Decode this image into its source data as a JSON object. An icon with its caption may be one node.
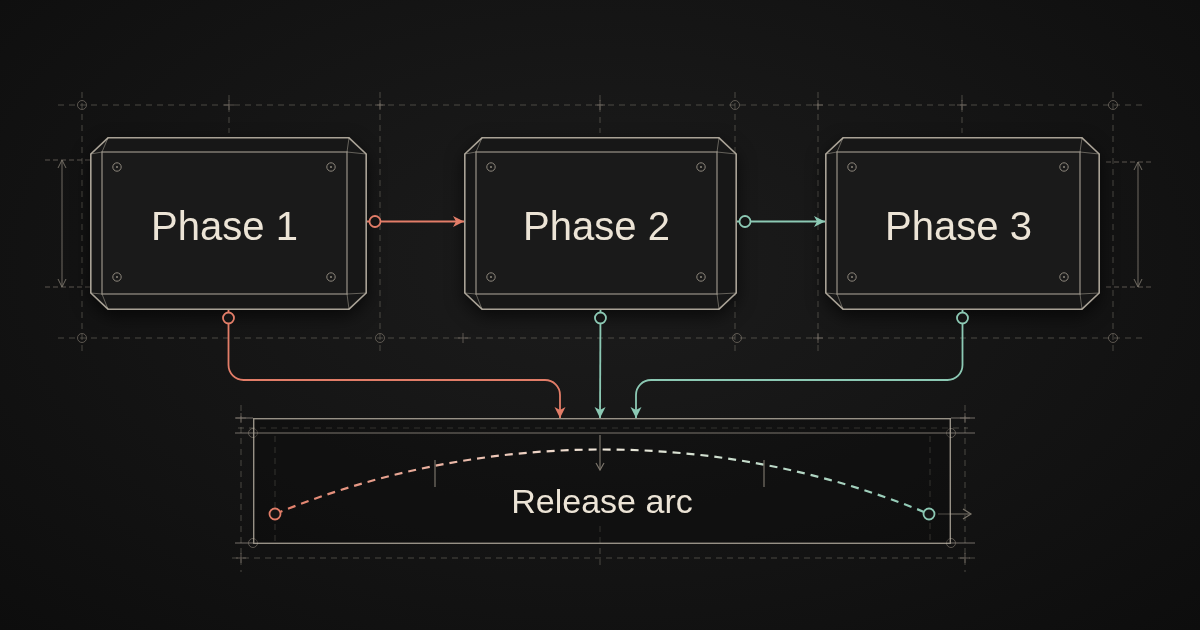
{
  "diagram": {
    "nodes": [
      {
        "text": [
          "Phase 1"
        ]
      },
      {
        "text": [
          "Phase 2"
        ]
      },
      {
        "text": [
          "Phase 3"
        ]
      },
      {
        "text": [
          "Release arc"
        ]
      }
    ],
    "edges": [
      {
        "from": 0,
        "to": 1,
        "arrow": "to",
        "color": "#e27d68"
      },
      {
        "from": 1,
        "to": 2,
        "arrow": "to"
      },
      {
        "from": 0,
        "to": 3,
        "arrow": "to",
        "color": "#e27d68"
      },
      {
        "from": 1,
        "to": 3,
        "arrow": "to"
      },
      {
        "from": 2,
        "to": 3,
        "arrow": "to"
      }
    ]
  }
}
